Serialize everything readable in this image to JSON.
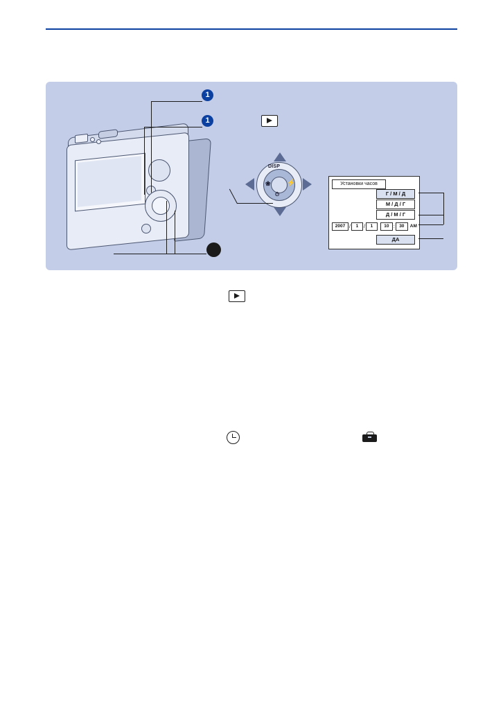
{
  "page": {
    "accent_color": "#0b3fa0",
    "panel_color": "#c3cde8"
  },
  "callouts": {
    "badge_1_top": "1",
    "badge_1_lower": "1"
  },
  "icons": {
    "playback_button": "playback-triangle-icon",
    "clock": "clock-icon",
    "setup": "toolbox-setup-icon"
  },
  "control_wheel": {
    "disp_label": "DISP",
    "macro_label": "macro-flower-icon",
    "flash_label": "flash-bolt-icon",
    "timer_label": "self-timer-clock-icon"
  },
  "lcd": {
    "title": "Установки часов",
    "options": [
      {
        "label": "Г / М / Д",
        "selected": true
      },
      {
        "label": "М / Д / Г",
        "selected": false
      },
      {
        "label": "Д / М / Г",
        "selected": false
      }
    ],
    "datetime": {
      "year": "2007",
      "month": "1",
      "day": "1",
      "hour": "10",
      "minute": "30",
      "meridiem": "AM",
      "separator_date": "/",
      "separator_time": ":"
    },
    "confirm_label": "ДА"
  }
}
